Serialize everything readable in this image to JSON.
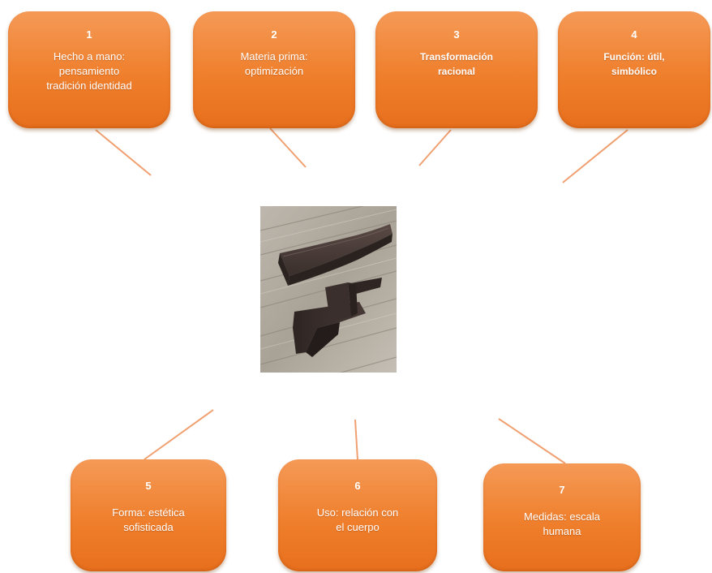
{
  "nodes": [
    {
      "id": 1,
      "number": "1",
      "label": "Hecho a mano:\npensamiento\ntradición identidad"
    },
    {
      "id": 2,
      "number": "2",
      "label": "Materia prima:\noptimización"
    },
    {
      "id": 3,
      "number": "3",
      "label": "Transformación\nracional"
    },
    {
      "id": 4,
      "number": "4",
      "label": "Función: útil,\nsimbólico"
    },
    {
      "id": 5,
      "number": "5",
      "label": "Forma: estética\nsofisticada"
    },
    {
      "id": 6,
      "number": "6",
      "label": "Uso: relación con\nel cuerpo"
    },
    {
      "id": 7,
      "number": "7",
      "label": "Medidas: escala\nhumana"
    }
  ],
  "central_image": {
    "subject": "dark wooden headrest stool on wooden deck"
  },
  "colors": {
    "box": "#ef7f2c",
    "connector": "#f0a070",
    "text": "#ffffff"
  }
}
